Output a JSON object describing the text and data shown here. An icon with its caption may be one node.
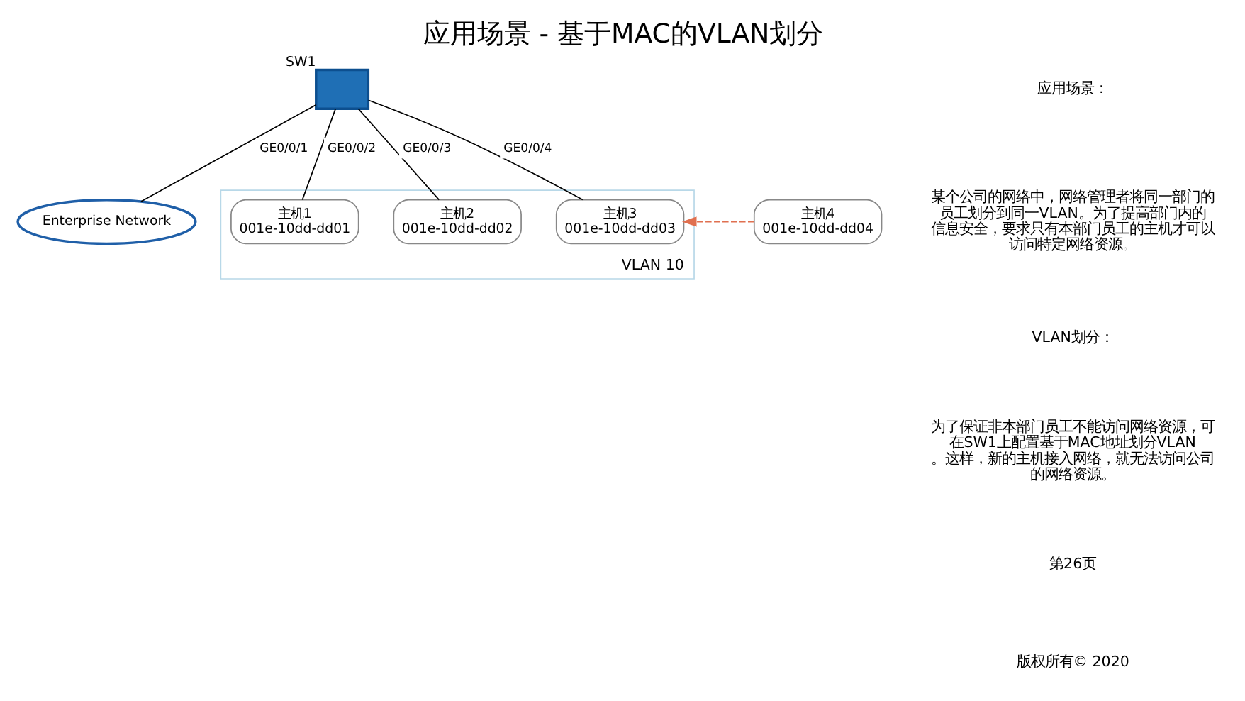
{
  "diagram": {
    "title": "应用场景 - 基于MAC的VLAN划分",
    "nodes": [
      {
        "text": [
          "VLAN 10"
        ]
      },
      {
        "text": [
          "Enterprise Network"
        ]
      },
      {
        "text": [],
        "shape": "box",
        "beside": [
          "SW1"
        ]
      },
      {
        "text": [
          "主机1",
          "001e-10dd-dd01"
        ],
        "in": 0
      },
      {
        "text": [
          "主机2",
          "001e-10dd-dd02"
        ],
        "in": 0
      },
      {
        "text": [
          "主机3",
          "001e-10dd-dd03"
        ],
        "in": 0
      },
      {
        "text": [
          "主机4",
          "001e-10dd-dd04"
        ]
      }
    ],
    "edges": [
      {
        "from": 1,
        "to": 2,
        "arrow": "none",
        "label": "GE0/0/1"
      },
      {
        "from": 2,
        "to": 3,
        "arrow": "none",
        "label": "GE0/0/2"
      },
      {
        "from": 2,
        "to": 4,
        "arrow": "none",
        "label": "GE0/0/3"
      },
      {
        "from": 2,
        "to": 5,
        "arrow": "none",
        "label": "GE0/0/4"
      },
      {
        "from": 6,
        "to": 5,
        "arrow": "to",
        "style": "dashed",
        "color": "#e07050"
      }
    ],
    "labels": [
      "应用场景：",
      "某个公司的网络中，网络管理者将同一部门的员工划分到同一VLAN。为了提高部门内的信息安全，要求只有本部门员工的主机才可以访问特定网络资源。",
      "VLAN划分：",
      "为了保证非本部门员工不能访问网络资源，可在SW1上配置基于MAC地址划分VLAN。这样，新的主机接入网络，就无法访问公司的网络资源。",
      "第26页",
      "版权所有© 2020"
    ]
  }
}
